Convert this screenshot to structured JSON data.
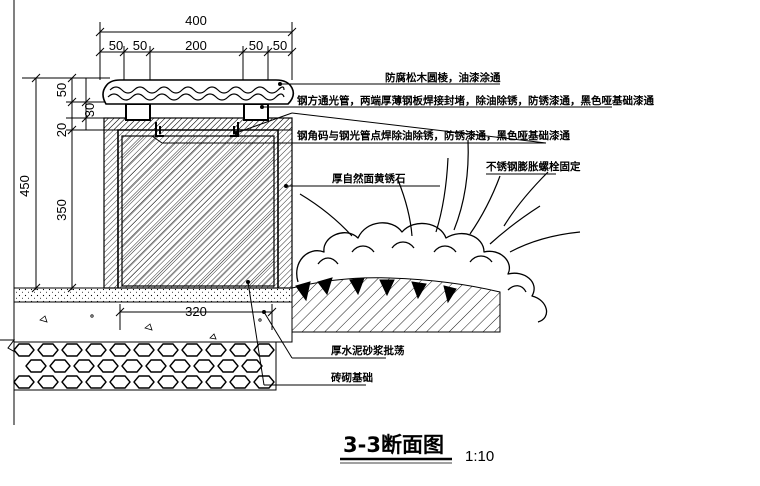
{
  "dimensions": {
    "top_total": "400",
    "top_segments": [
      "50",
      "50",
      "200",
      "50",
      "50"
    ],
    "left_total": "450",
    "left_350": "350",
    "left_50": "50",
    "left_30": "30",
    "left_20": "20",
    "bottom_320": "320"
  },
  "annotations": {
    "wood_top": "防腐松木圆棱，油漆涂通",
    "steel_tube": "钢方通光管，两端厚薄钢板焊接封堵，除油除锈，防锈漆通，黑色哑基础漆通",
    "steel_angle": "钢角码与钢光管点焊除油除锈，防锈漆通，黑色哑基础漆通",
    "bolt": "不锈钢膨胀螺栓固定",
    "granite": "厚自然面黄锈石",
    "mortar": "厚水泥砂浆批荡",
    "brick": "砖砌基础"
  },
  "title": {
    "main": "3-3断面图",
    "scale": "1:10"
  }
}
